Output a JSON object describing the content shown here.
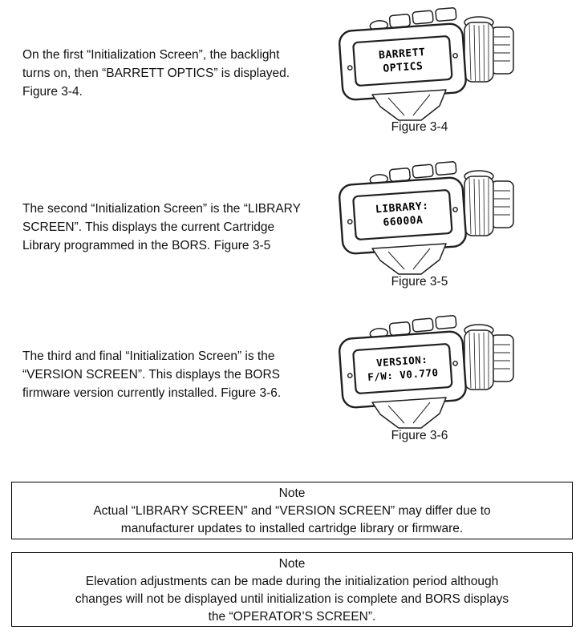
{
  "sections": [
    {
      "paragraph": "On the first “Initialization Screen”,  the backlight turns on, then “BARRETT OPTICS” is displayed.  Figure 3-4.",
      "display_line1": "BARRETT",
      "display_line2": "OPTICS",
      "caption": "Figure 3-4"
    },
    {
      "paragraph": "The second “Initialization Screen” is the “LIBRARY SCREEN”.  This displays the current Cartridge Library programmed in the BORS.   Figure 3-5",
      "display_line1": "LIBRARY:",
      "display_line2": "66000A",
      "caption": "Figure 3-5"
    },
    {
      "paragraph": "The third and final “Initialization Screen” is the “VERSION SCREEN”. This displays the BORS firmware version currently installed.  Figure 3-6.",
      "display_line1": "VERSION:",
      "display_line2": "F/W: V0.770",
      "caption": "Figure 3-6"
    }
  ],
  "notes": [
    {
      "title": "Note",
      "lines": [
        "Actual “LIBRARY SCREEN” and “VERSION SCREEN” may differ due to",
        "manufacturer updates to installed cartridge library or firmware."
      ]
    },
    {
      "title": "Note",
      "lines": [
        "Elevation adjustments can be made during the initialization period although",
        "changes will not be displayed until initialization is complete and BORS displays",
        "the “OPERATOR’S SCREEN”."
      ]
    }
  ]
}
